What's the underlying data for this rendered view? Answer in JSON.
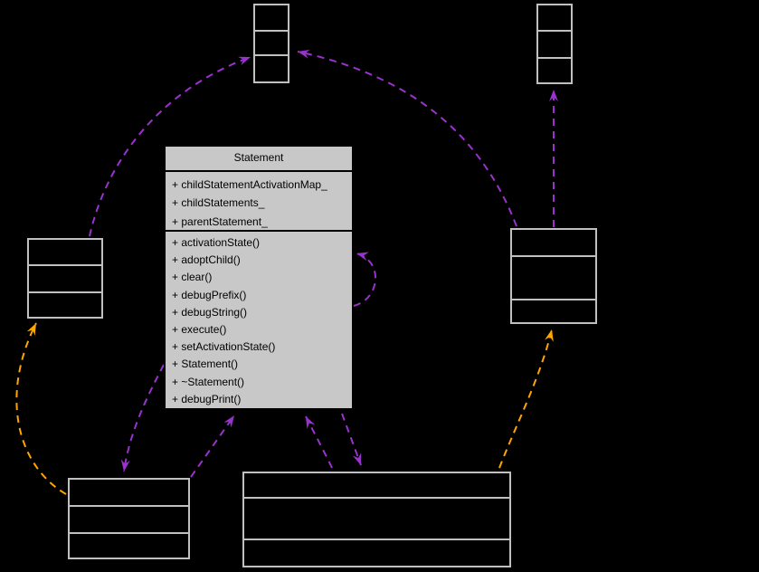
{
  "diagram": {
    "type": "uml-collaboration-graph",
    "background_color": "#000000",
    "node_border_color": "#c0c0c0",
    "class_fill_color": "#c8c8c8",
    "class_border_color": "#000000",
    "class_text_color": "#000000",
    "edge_colors": {
      "usage": "#9a32cd",
      "template": "#ffa500"
    },
    "statement_class": {
      "title": "Statement",
      "attributes": [
        "+ childStatementActivationMap_",
        "+ childStatements_",
        "+ parentStatement_"
      ],
      "methods": [
        "+ activationState()",
        "+ adoptChild()",
        "+ clear()",
        "+ debugPrefix()",
        "+ debugString()",
        "+ execute()",
        "+ setActivationState()",
        "+ Statement()",
        "+ ~Statement()",
        "+ debugPrint()"
      ]
    },
    "empty_nodes": [
      {
        "id": "node-top-center",
        "label": "",
        "compartments": 3
      },
      {
        "id": "node-top-right",
        "label": "",
        "compartments": 3
      },
      {
        "id": "node-left",
        "label": "",
        "compartments": 3
      },
      {
        "id": "node-right",
        "label": "",
        "compartments": 3
      },
      {
        "id": "node-bottom-left",
        "label": "",
        "compartments": 3
      },
      {
        "id": "node-bottom-center",
        "label": "",
        "compartments": 3
      }
    ],
    "edges": [
      {
        "from": "node-left",
        "to": "node-top-center",
        "style": "dashed",
        "kind": "usage"
      },
      {
        "from": "node-right",
        "to": "node-top-center",
        "style": "dashed",
        "kind": "usage"
      },
      {
        "from": "node-right",
        "to": "node-top-right",
        "style": "dashed",
        "kind": "usage"
      },
      {
        "from": "class-statement",
        "to": "class-statement",
        "style": "dashed",
        "kind": "usage"
      },
      {
        "from": "class-statement",
        "to": "node-bottom-left",
        "style": "dashed",
        "kind": "usage"
      },
      {
        "from": "node-bottom-left",
        "to": "class-statement",
        "style": "dashed",
        "kind": "usage"
      },
      {
        "from": "node-bottom-center",
        "to": "class-statement",
        "style": "dashed",
        "kind": "usage"
      },
      {
        "from": "class-statement",
        "to": "node-bottom-center",
        "style": "dashed",
        "kind": "usage"
      },
      {
        "from": "node-bottom-left",
        "to": "node-left",
        "style": "dashed",
        "kind": "template"
      },
      {
        "from": "node-bottom-center",
        "to": "node-right",
        "style": "dashed",
        "kind": "template"
      }
    ]
  }
}
